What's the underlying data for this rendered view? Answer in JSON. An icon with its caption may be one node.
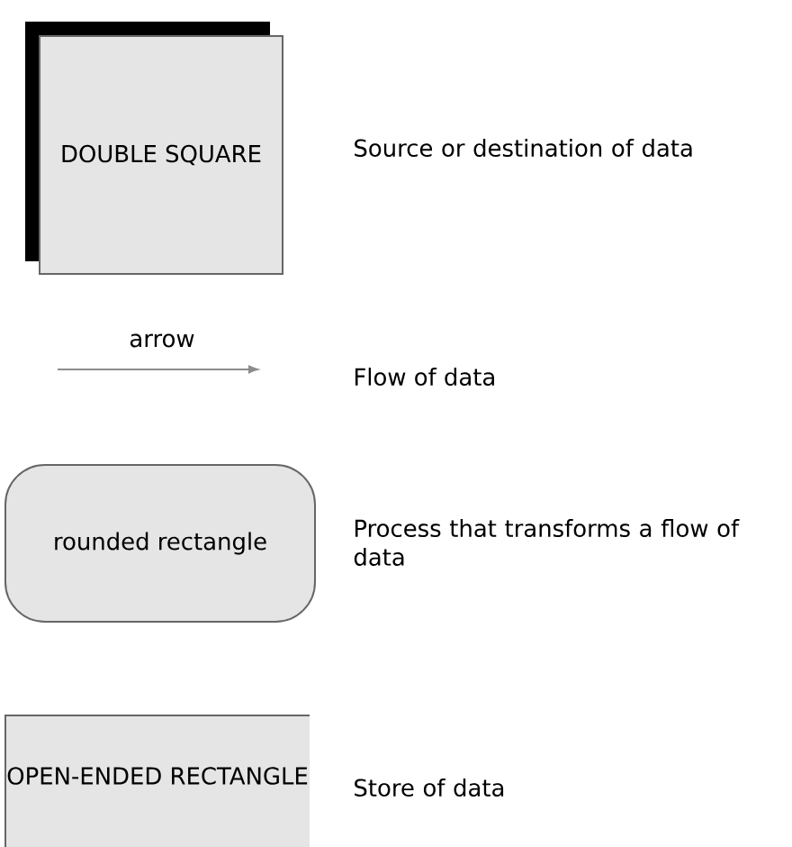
{
  "diagram": {
    "nodes": [
      {
        "text": [
          "DOUBLE SQUARE"
        ],
        "beside": [
          "Source or destination of data"
        ]
      },
      {
        "text": [
          "rounded rectangle"
        ],
        "beside": [
          "Process that transforms a flow of data"
        ]
      },
      {
        "text": [
          "OPEN-ENDED RECTANGLE"
        ],
        "beside": [
          "Store of data"
        ]
      }
    ],
    "labels": [
      "arrow",
      "Flow of data"
    ]
  }
}
